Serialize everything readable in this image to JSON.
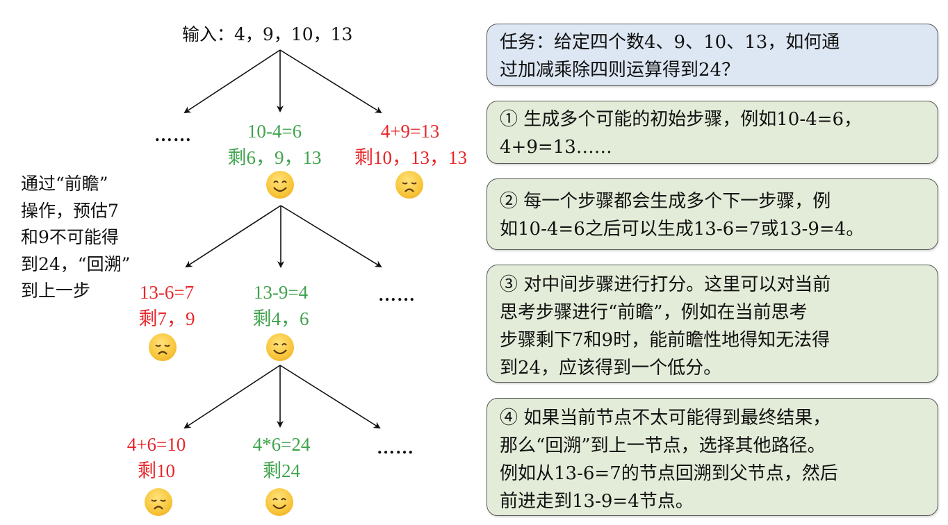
{
  "tree": {
    "root": "输入：4，9，10，13",
    "level1": [
      {
        "kind": "ellipsis",
        "label": "……"
      },
      {
        "kind": "good",
        "step": "10-4=6",
        "remain": "剩6，9，13",
        "face": "smile-icon"
      },
      {
        "kind": "bad",
        "step": "4+9=13",
        "remain": "剩10，13，13",
        "face": "sad-icon"
      }
    ],
    "level2": [
      {
        "kind": "bad",
        "step": "13-6=7",
        "remain": "剩7，9",
        "face": "sad-icon"
      },
      {
        "kind": "good",
        "step": "13-9=4",
        "remain": "剩4，6",
        "face": "smile-icon"
      },
      {
        "kind": "ellipsis",
        "label": "……"
      }
    ],
    "level3": [
      {
        "kind": "bad",
        "step": "4+6=10",
        "remain": "剩10",
        "face": "sad-icon"
      },
      {
        "kind": "good",
        "step": "4*6=24",
        "remain": "剩24",
        "face": "smile-icon"
      },
      {
        "kind": "ellipsis",
        "label": "……"
      }
    ]
  },
  "lookahead_note": [
    "通过“前瞻”",
    "操作，预估7",
    "和9不可能得",
    "到24，“回溯”",
    "到上一步"
  ],
  "panels": {
    "task": [
      "任务：给定四个数4、9、10、13，如何通",
      "过加减乘除四则运算得到24？"
    ],
    "step1": [
      "① 生成多个可能的初始步骤，例如10-4=6，",
      "4+9=13……"
    ],
    "step2": [
      "② 每一个步骤都会生成多个下一步骤，例",
      "如10-4=6之后可以生成13-6=7或13-9=4。"
    ],
    "step3": [
      "③ 对中间步骤进行打分。这里可以对当前",
      "思考步骤进行“前瞻”，例如在当前思考",
      "步骤剩下7和9时，能前瞻性地得知无法得",
      "到24，应该得到一个低分。"
    ],
    "step4": [
      "④ 如果当前节点不太可能得到最终结果，",
      "那么“回溯”到上一节点，选择其他路径。",
      "例如从13-6=7的节点回溯到父节点，然后",
      "前进走到13-9=4节点。"
    ]
  },
  "colors": {
    "good": "#3fa34d",
    "bad": "#e8262a",
    "task_bg": "#dde6f3",
    "step_bg": "#e3ecd8"
  }
}
